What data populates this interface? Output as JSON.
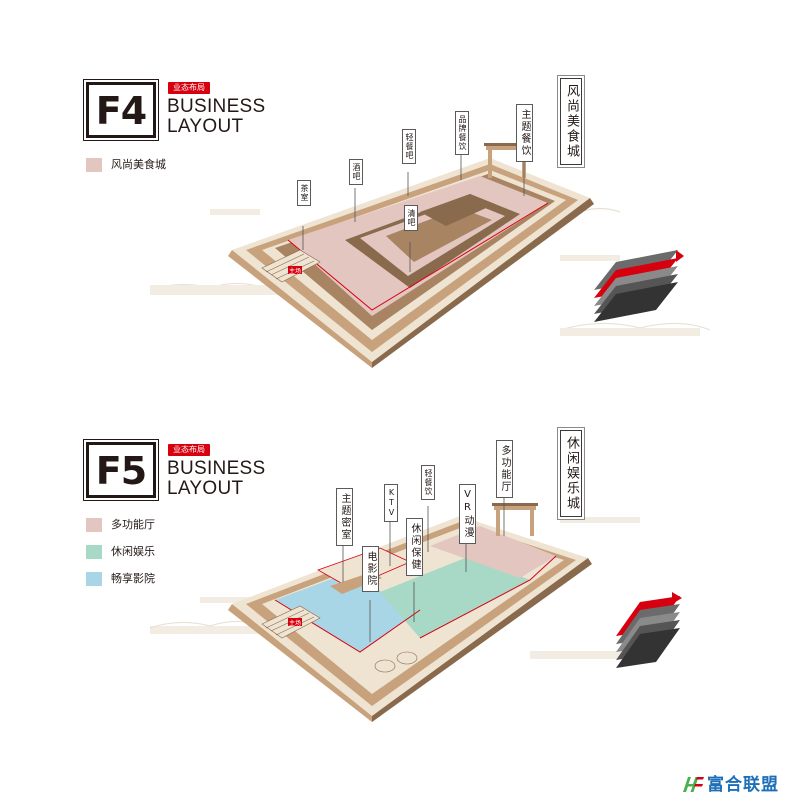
{
  "floors": [
    {
      "code": "F4",
      "tag": "业态布局",
      "title_line1": "BUSINESS",
      "title_line2": "LAYOUT",
      "legend": [
        {
          "label": "风尚美食城",
          "color": "#e3c6c0"
        }
      ],
      "big_label": "风尚美食城",
      "zone_labels": [
        "茶室",
        "酒吧",
        "轻餐吧",
        "清吧",
        "品牌餐饮",
        "主题餐饮"
      ]
    },
    {
      "code": "F5",
      "tag": "业态布局",
      "title_line1": "BUSINESS",
      "title_line2": "LAYOUT",
      "legend": [
        {
          "label": "多功能厅",
          "color": "#e3c6c0"
        },
        {
          "label": "休闲娱乐",
          "color": "#a7d9c6"
        },
        {
          "label": "畅享影院",
          "color": "#a9d6e6"
        }
      ],
      "big_label": "休闲娱乐城",
      "zone_labels": [
        "主题密室",
        "KTV",
        "电影院",
        "轻餐饮",
        "休闲保健",
        "VR动漫",
        "多功能厅"
      ]
    }
  ],
  "sign_text": "主场",
  "colors": {
    "building_tan": "#c8a27c",
    "building_light": "#efe3d2",
    "building_dark": "#8a6a4c",
    "accent_red": "#d7000f",
    "pink_zone": "#e3c6c0",
    "green_zone": "#a7d9c6",
    "blue_zone": "#a9d6e6"
  },
  "brand": {
    "name": "富合联盟",
    "logo_icon": "hf-logo-icon"
  }
}
